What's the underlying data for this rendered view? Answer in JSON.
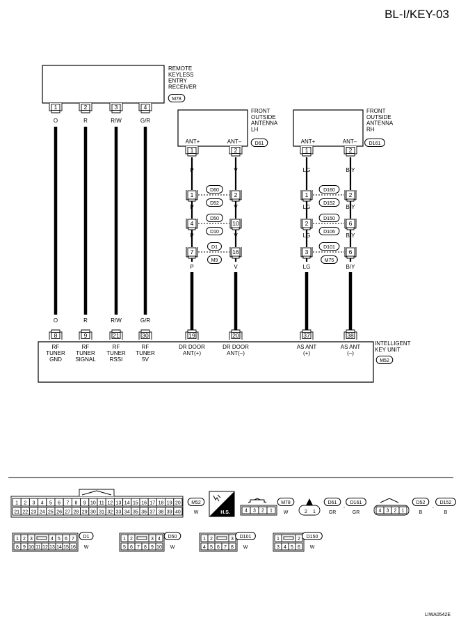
{
  "page": {
    "section_code": "BL-I/KEY-03",
    "figure_id": "LIWA0542E"
  },
  "receiver": {
    "label": [
      "REMOTE",
      "KEYLESS",
      "ENTRY",
      "RECEIVER"
    ],
    "connector": "M78"
  },
  "antenna_lh": {
    "label": [
      "FRONT",
      "OUTSIDE",
      "ANTENNA",
      "LH"
    ],
    "connector": "D61",
    "pin_plus": "ANT+",
    "pin_minus": "ANT–"
  },
  "antenna_rh": {
    "label": [
      "FRONT",
      "OUTSIDE",
      "ANTENNA",
      "RH"
    ],
    "connector": "D161",
    "pin_plus": "ANT+",
    "pin_minus": "ANT–"
  },
  "key_unit": {
    "label": [
      "INTELLIGENT",
      "KEY UNIT"
    ],
    "connector": "M52"
  },
  "wires": [
    {
      "top_pin": "1",
      "color": "O",
      "bottom_pin": "8",
      "func": [
        "RF",
        "TUNER",
        "GND"
      ]
    },
    {
      "top_pin": "2",
      "color": "R",
      "bottom_pin": "9",
      "func": [
        "RF",
        "TUNER",
        "SIGNAL"
      ]
    },
    {
      "top_pin": "3",
      "color": "R/W",
      "bottom_pin": "21",
      "func": [
        "RF",
        "TUNER",
        "RSSI"
      ]
    },
    {
      "top_pin": "4",
      "color": "G/R",
      "bottom_pin": "30",
      "func": [
        "RF",
        "TUNER",
        "5V"
      ]
    },
    {
      "top_pin": "1",
      "color": "P",
      "bottom_pin": "19",
      "func": [
        "DR DOOR",
        "ANT(+)"
      ],
      "joints": [
        "1",
        "4",
        "7"
      ]
    },
    {
      "top_pin": "2",
      "color": "V",
      "bottom_pin": "20",
      "func": [
        "DR DOOR",
        "ANT(–)"
      ],
      "joints": [
        "2",
        "10",
        "16"
      ]
    },
    {
      "top_pin": "1",
      "color": "LG",
      "bottom_pin": "37",
      "func": [
        "AS ANT",
        "(+)"
      ],
      "joints": [
        "1",
        "2",
        "3"
      ]
    },
    {
      "top_pin": "2",
      "color": "B/Y",
      "bottom_pin": "38",
      "func": [
        "AS ANT",
        "(–)"
      ],
      "joints": [
        "2",
        "6",
        "6"
      ]
    }
  ],
  "lh_joint_connectors": [
    [
      "D60",
      "D52"
    ],
    [
      "D50",
      "D10"
    ],
    [
      "D1",
      "M9"
    ]
  ],
  "rh_joint_connectors": [
    [
      "D160",
      "D152"
    ],
    [
      "D150",
      "D106"
    ],
    [
      "D101",
      "M75"
    ]
  ],
  "views": {
    "m52": {
      "id": "M52",
      "color": "W",
      "row1": [
        "1",
        "2",
        "3",
        "4",
        "5",
        "6",
        "7",
        "8",
        "9",
        "10",
        "11",
        "12",
        "13",
        "14",
        "15",
        "16",
        "17",
        "18",
        "19",
        "20"
      ],
      "row2": [
        "21",
        "22",
        "23",
        "24",
        "25",
        "26",
        "27",
        "28",
        "29",
        "30",
        "31",
        "32",
        "33",
        "34",
        "35",
        "36",
        "37",
        "38",
        "39",
        "40"
      ]
    },
    "hs": "H.S.",
    "m78": {
      "id": "M78",
      "color": "W",
      "pins": [
        "4",
        "3",
        "2",
        "1"
      ]
    },
    "d61": {
      "pins": [
        "2",
        "1"
      ],
      "ids": [
        "D61",
        "D161"
      ],
      "colors": [
        "GR",
        "GR"
      ],
      "sep": ","
    },
    "d52": {
      "pins": [
        "4",
        "3",
        "2",
        "1"
      ],
      "ids": [
        "D52",
        "D152"
      ],
      "colors": [
        "B",
        "B"
      ],
      "sep": ","
    },
    "d1": {
      "id": "D1",
      "color": "W",
      "row1": [
        "1",
        "2",
        "3",
        "4",
        "5",
        "6",
        "7"
      ],
      "row2": [
        "8",
        "9",
        "10",
        "11",
        "12",
        "13",
        "14",
        "15",
        "16"
      ]
    },
    "d50": {
      "id": "D50",
      "color": "W",
      "row1": [
        "1",
        "2",
        "3",
        "4"
      ],
      "row2": [
        "5",
        "6",
        "7",
        "8",
        "9",
        "10"
      ]
    },
    "d101": {
      "id": "D101",
      "color": "W",
      "row1": [
        "1",
        "2",
        "3"
      ],
      "row2": [
        "4",
        "5",
        "6",
        "7",
        "8"
      ]
    },
    "d150": {
      "id": "D150",
      "color": "W",
      "row1": [
        "1",
        "2"
      ],
      "row2": [
        "3",
        "4",
        "5",
        "6"
      ]
    }
  }
}
